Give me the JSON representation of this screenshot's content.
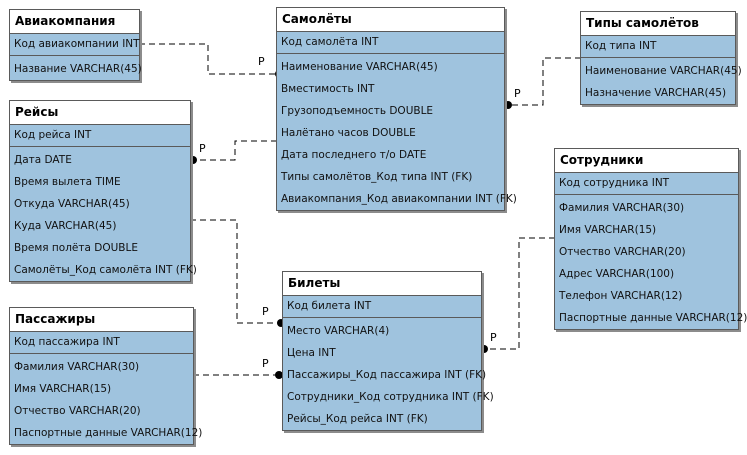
{
  "entities": {
    "airline": {
      "title": "Авиакомпания",
      "pk": "Код авиакомпании INT",
      "fields": [
        "Название VARCHAR(45)"
      ]
    },
    "aircraft": {
      "title": "Самолёты",
      "pk": "Код самолёта INT",
      "fields": [
        "Наименование VARCHAR(45)",
        "Вместимость INT",
        "Грузоподъемность DOUBLE",
        "Налётано часов DOUBLE",
        "Дата последнего т/о DATE",
        "Типы самолётов_Код типа INT (FK)",
        "Авиакомпания_Код авиакомпании INT (FK)"
      ]
    },
    "aircraft_types": {
      "title": "Типы самолётов",
      "pk": "Код типа INT",
      "fields": [
        "Наименование VARCHAR(45)",
        "Назначение VARCHAR(45)"
      ]
    },
    "flights": {
      "title": "Рейсы",
      "pk": "Код рейса INT",
      "fields": [
        "Дата DATE",
        "Время вылета TIME",
        "Откуда VARCHAR(45)",
        "Куда VARCHAR(45)",
        "Время полёта DOUBLE",
        "Самолёты_Код самолёта INT (FK)"
      ]
    },
    "employees": {
      "title": "Сотрудники",
      "pk": "Код сотрудника INT",
      "fields": [
        "Фамилия VARCHAR(30)",
        "Имя VARCHAR(15)",
        "Отчество VARCHAR(20)",
        "Адрес VARCHAR(100)",
        "Телефон VARCHAR(12)",
        "Паспортные данные VARCHAR(12)"
      ]
    },
    "passengers": {
      "title": "Пассажиры",
      "pk": "Код пассажира INT",
      "fields": [
        "Фамилия VARCHAR(30)",
        "Имя VARCHAR(15)",
        "Отчество VARCHAR(20)",
        "Паспортные данные VARCHAR(12)"
      ]
    },
    "tickets": {
      "title": "Билеты",
      "pk": "Код билета INT",
      "fields": [
        "Место VARCHAR(4)",
        "Цена INT",
        "Пассажиры_Код пассажира INT (FK)",
        "Сотрудники_Код сотрудника INT (FK)",
        "Рейсы_Код рейса INT (FK)"
      ]
    }
  },
  "relationships": [
    {
      "label": "P",
      "from": "airline",
      "to": "aircraft"
    },
    {
      "label": "P",
      "from": "aircraft_types",
      "to": "aircraft"
    },
    {
      "label": "P",
      "from": "aircraft",
      "to": "flights"
    },
    {
      "label": "P",
      "from": "flights",
      "to": "tickets"
    },
    {
      "label": "P",
      "from": "passengers",
      "to": "tickets"
    },
    {
      "label": "P",
      "from": "employees",
      "to": "tickets"
    }
  ],
  "colors": {
    "body": "#9fc3de",
    "header": "#ffffff",
    "border": "#5a5a5a",
    "line": "#000000"
  }
}
